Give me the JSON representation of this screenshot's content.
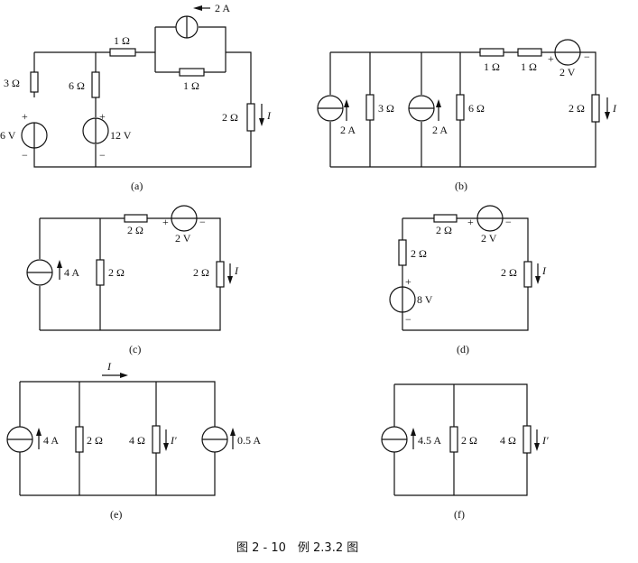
{
  "figure_title": "图 2 - 10　例 2.3.2 图",
  "circuits": {
    "a": {
      "caption": "(a)",
      "labels": {
        "r_top": "1 Ω",
        "source_top": "2 A",
        "r_parallel": "1 Ω",
        "r_left": "3 Ω",
        "r_mid": "6 Ω",
        "r_right": "2 Ω",
        "current": "I",
        "v_left": "6 V",
        "v_mid": "12 V",
        "plus_left": "+",
        "minus_left": "−",
        "plus_mid": "+",
        "minus_mid": "−"
      }
    },
    "b": {
      "caption": "(b)",
      "labels": {
        "src1": "2 A",
        "r1": "3 Ω",
        "src2": "2 A",
        "r2": "6 Ω",
        "r_series1": "1 Ω",
        "r_series2": "1 Ω",
        "v_src": "2 V",
        "plus": "+",
        "minus": "−",
        "r_right": "2 Ω",
        "current": "I"
      }
    },
    "c": {
      "caption": "(c)",
      "labels": {
        "src": "4 A",
        "r_mid": "2 Ω",
        "r_top": "2 Ω",
        "v_src": "2 V",
        "plus": "+",
        "minus": "−",
        "r_right": "2 Ω",
        "current": "I"
      }
    },
    "d": {
      "caption": "(d)",
      "labels": {
        "r_left": "2 Ω",
        "v_left": "8 V",
        "plus_left": "+",
        "minus_left": "−",
        "r_top": "2 Ω",
        "v_top": "2 V",
        "plus_top": "+",
        "minus_top": "−",
        "r_right": "2 Ω",
        "current": "I"
      }
    },
    "e": {
      "caption": "(e)",
      "labels": {
        "current_top": "I",
        "src1": "4 A",
        "r1": "2 Ω",
        "r2": "4 Ω",
        "current_r2": "I′",
        "src2": "0.5 A"
      }
    },
    "f": {
      "caption": "(f)",
      "labels": {
        "src": "4.5 A",
        "r1": "2 Ω",
        "r2": "4 Ω",
        "current_r2": "I′"
      }
    }
  }
}
